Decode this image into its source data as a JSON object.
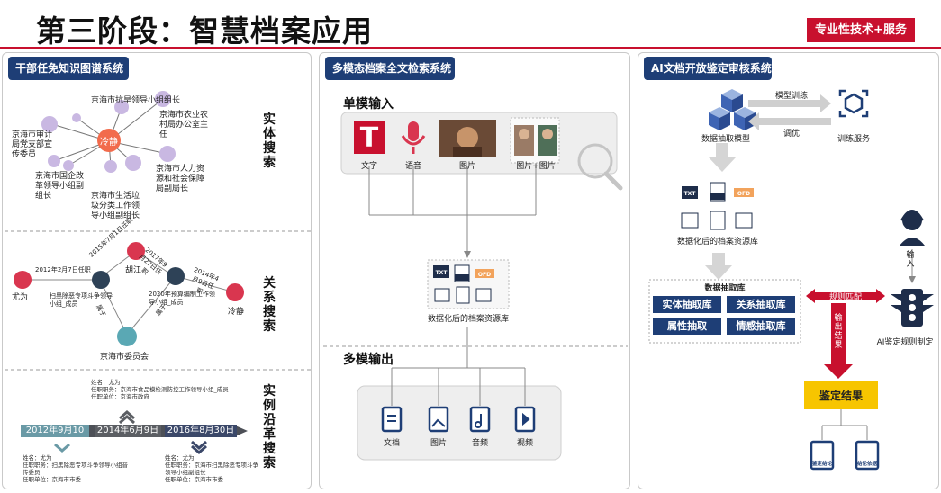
{
  "page": {
    "title": "第三阶段：智慧档案应用",
    "badge": "专业性技术+服务"
  },
  "left": {
    "header": "干部任免知识图谱系统",
    "entity": {
      "label": "实体搜索",
      "center": "冷静",
      "nodes": [
        "京海市抗旱领导小组组长",
        "京海市农业农村局办公室主任",
        "京海市审计局党支部宣传委员",
        "京海市国企改革领导小组副组长",
        "京海市人力资源和社会保障局副局长",
        "京海市生活垃圾分类工作领导小组副组长"
      ]
    },
    "relation": {
      "label": "关系搜索",
      "nodes": [
        "尤为",
        "胡江",
        "冷静",
        "京海市委员会"
      ],
      "edges": [
        "2012年2月7日任职",
        "2015年7月1日任职",
        "2017年9月22日任职",
        "2014年4月9日任职",
        "属于",
        "属于"
      ],
      "roles": [
        "扫黑除恶专项斗争领导小组_成员",
        "2020年预算编制工作领导小组_成员"
      ]
    },
    "history": {
      "label": "实例沿革搜索",
      "dates": [
        "2012年9月10",
        "2014年6月9日",
        "2016年8月30日"
      ],
      "mid_card": [
        "姓名：尤为",
        "任职职务：京海市食品模检测防控工作领导小组_成员",
        "任职单位：京海市政府"
      ],
      "left_card": [
        "姓名：尤为",
        "任职职务：扫黑除恶专项斗争领导小组音传委员",
        "任职单位：京海市市委"
      ],
      "right_card": [
        "姓名：尤为",
        "任职职务：京海市扫黑除恶专项斗争领导小组副组长",
        "任职单位：京海市市委"
      ]
    }
  },
  "mid": {
    "header": "多模态档案全文检索系统",
    "input_label": "单模输入",
    "inputs": [
      "文字",
      "语音",
      "图片",
      "图片+图片"
    ],
    "repo_label": "数据化后的档案资源库",
    "output_label": "多模输出",
    "outputs": [
      "文档",
      "图片",
      "音频",
      "视频"
    ],
    "file_types": [
      "TXT",
      "PDF",
      "OFD"
    ]
  },
  "right": {
    "header": "AI文档开放鉴定审核系统",
    "model": "数据抽取模型",
    "train_service": "训练服务",
    "train_arrow": "模型训练",
    "tune_arrow": "调优",
    "repo": "数据化后的档案资源库",
    "extract_title": "数据抽取库",
    "extract_items": [
      "实体抽取库",
      "关系抽取库",
      "属性抽取",
      "情感抽取库"
    ],
    "rule_match": "规则匹配",
    "output_result": "输出结果",
    "input_label": "输入",
    "rule_maker": "AI鉴定规则制定",
    "result": "鉴定结果",
    "docs": [
      "鉴定结论",
      "结论依据"
    ],
    "file_types": [
      "TXT",
      "PDF",
      "OFD"
    ]
  }
}
